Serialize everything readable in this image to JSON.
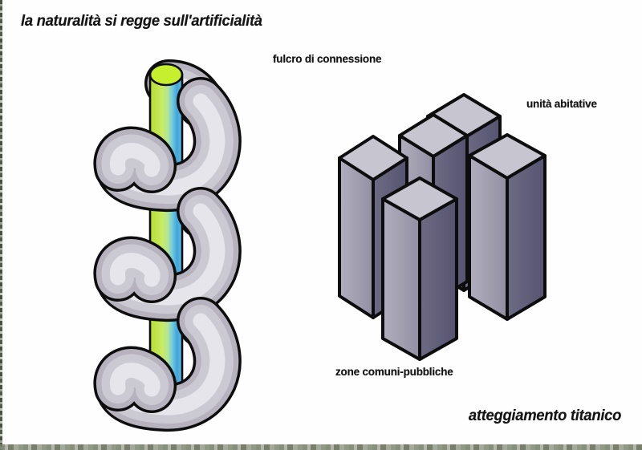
{
  "title": "la naturalità si regge sull'artificialità",
  "labels": {
    "helix": "fulcro di connessione",
    "towers_top": "unità abitative",
    "towers_bottom": "zone comuni-pubbliche"
  },
  "captions": {
    "bottom_right": "atteggiamento titanico"
  },
  "colors": {
    "pole_yellow_green": "#bfe33a",
    "pole_cyan": "#45a9dd",
    "pole_cap": "#c6ef2e",
    "coil_gray": "#c2c0c9",
    "tower_top_face": "#c7c5d0",
    "tower_left_face": "#a29fb1",
    "tower_right_face": "#5e5b73",
    "ink_outline": "#0d0d0d"
  }
}
